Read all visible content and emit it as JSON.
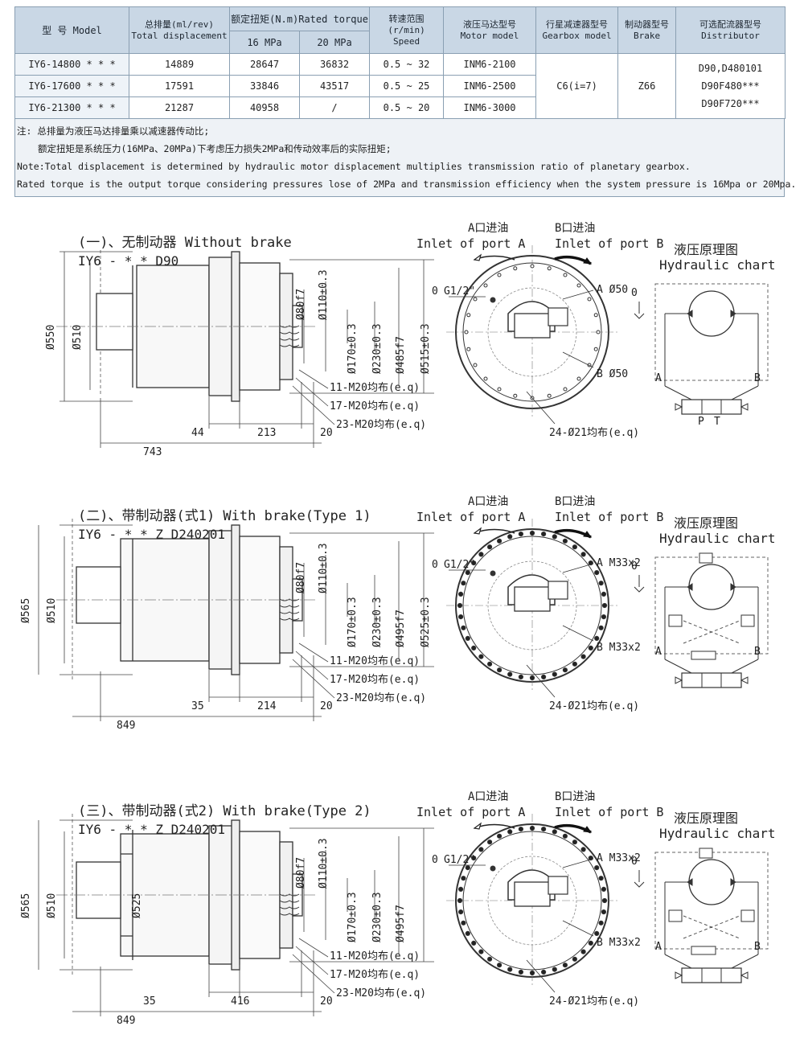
{
  "table": {
    "headers": {
      "model": "型 号 Model",
      "disp_cn": "总排量(ml/rev)",
      "disp_en": "Total displacement",
      "torque": "额定扭矩(N.m)Rated torque",
      "t16": "16 MPa",
      "t20": "20 MPa",
      "speed_cn": "转速范围",
      "speed_unit": "(r/min)",
      "speed_en": "Speed",
      "motor_cn": "液压马达型号",
      "motor_en": "Motor model",
      "gear_cn": "行星减速器型号",
      "gear_en": "Gearbox model",
      "brake_cn": "制动器型号",
      "brake_en": "Brake",
      "dist_cn": "可选配流器型号",
      "dist_en": "Distributor"
    },
    "rows": [
      {
        "model": "IY6-14800 * * *",
        "disp": "14889",
        "t16": "28647",
        "t20": "36832",
        "speed": "0.5 ~ 32",
        "motor": "INM6-2100"
      },
      {
        "model": "IY6-17600 * * *",
        "disp": "17591",
        "t16": "33846",
        "t20": "43517",
        "speed": "0.5 ~ 25",
        "motor": "INM6-2500"
      },
      {
        "model": "IY6-21300 * * *",
        "disp": "21287",
        "t16": "40958",
        "t20": "/",
        "speed": "0.5 ~ 20",
        "motor": "INM6-3000"
      }
    ],
    "gearbox": "C6(i=7)",
    "brake": "Z66",
    "distributor": [
      "D90,D480101",
      "D90F480***",
      "D90F720***"
    ],
    "notes": [
      "注: 总排量为液压马达排量乘以减速器传动比;",
      "额定扭矩是系统压力(16MPa、20MPa)下考虑压力损失2MPa和传动效率后的实际扭矩;",
      "Note:Total displacement is determined by hydraulic motor displacement multiplies transmission ratio of planetary gearbox.",
      "Rated torque is the output torque considering pressures lose of 2MPa and transmission efficiency when the system pressure is 16Mpa or 20Mpa."
    ]
  },
  "sections": [
    {
      "title": "(一)、无制动器 Without brake",
      "subtitle": "IY6 - * * D90",
      "dims": {
        "d_outer": "Ø550",
        "d_inner": "Ø510",
        "l_total": "743",
        "l_a": "44",
        "l_b": "213",
        "l_c": "20"
      },
      "bolts": {
        "b11": "11-M20均布(e.q)",
        "b17": "17-M20均布(e.q)",
        "b23": "23-M20均布(e.q)"
      },
      "vdims": {
        "v80": "Ø80f7",
        "v110": "Ø110±0.3",
        "v170": "Ø170±0.3",
        "v230": "Ø230±0.3",
        "v485": "Ø485f7",
        "v515": "Ø515±0.3"
      },
      "ports": {
        "a_cn": "A口进油",
        "a_en": "Inlet of port A",
        "b_cn": "B口进油",
        "b_en": "Inlet of port B",
        "zero": "0",
        "g": "G1/2\"",
        "a_size": "A Ø50",
        "b_size": "B Ø50",
        "holes": "24-Ø21均布(e.q)"
      },
      "chart": {
        "cn": "液压原理图",
        "en": "Hydraulic chart",
        "o": "0",
        "a": "A",
        "b": "B",
        "p": "P",
        "t": "T"
      }
    },
    {
      "title": "(二)、带制动器(式1) With brake(Type 1)",
      "subtitle": "IY6 - * * Z D240201",
      "dims": {
        "d_outer": "Ø565",
        "d_inner": "Ø510",
        "l_total": "849",
        "l_a": "35",
        "l_b": "214",
        "l_c": "20"
      },
      "bolts": {
        "b11": "11-M20均布(e.q)",
        "b17": "17-M20均布(e.q)",
        "b23": "23-M20均布(e.q)"
      },
      "vdims": {
        "v80": "Ø80f7",
        "v110": "Ø110±0.3",
        "v170": "Ø170±0.3",
        "v230": "Ø230±0.3",
        "v485": "Ø495f7",
        "v515": "Ø525±0.3"
      },
      "ports": {
        "a_cn": "A口进油",
        "a_en": "Inlet of port A",
        "b_cn": "B口进油",
        "b_en": "Inlet of port B",
        "zero": "0",
        "g": "G1/2\"",
        "a_size": "A M33x2",
        "b_size": "B M33x2",
        "holes": "24-Ø21均布(e.q)"
      },
      "chart": {
        "cn": "液压原理图",
        "en": "Hydraulic chart",
        "o": "0",
        "a": "A",
        "b": "B",
        "p": "",
        "t": ""
      }
    },
    {
      "title": "(三)、带制动器(式2) With brake(Type 2)",
      "subtitle": "IY6 - * * Z D240201",
      "dims": {
        "d_outer": "Ø565",
        "d_inner": "Ø510",
        "d_mid": "Ø525",
        "l_total": "849",
        "l_a": "35",
        "l_b": "416",
        "l_c": "20"
      },
      "bolts": {
        "b11": "11-M20均布(e.q)",
        "b17": "17-M20均布(e.q)",
        "b23": "23-M20均布(e.q)"
      },
      "vdims": {
        "v80": "Ø80f7",
        "v110": "Ø110±0.3",
        "v170": "Ø170±0.3",
        "v230": "Ø230±0.3",
        "v485": "Ø495f7",
        "v515": ""
      },
      "ports": {
        "a_cn": "A口进油",
        "a_en": "Inlet of port A",
        "b_cn": "B口进油",
        "b_en": "Inlet of port B",
        "zero": "0",
        "g": "G1/2\"",
        "a_size": "A M33x2",
        "b_size": "B M33x2",
        "holes": "24-Ø21均布(e.q)"
      },
      "chart": {
        "cn": "液压原理图",
        "en": "Hydraulic chart",
        "o": "0",
        "a": "A",
        "b": "B",
        "p": "",
        "t": ""
      }
    }
  ]
}
